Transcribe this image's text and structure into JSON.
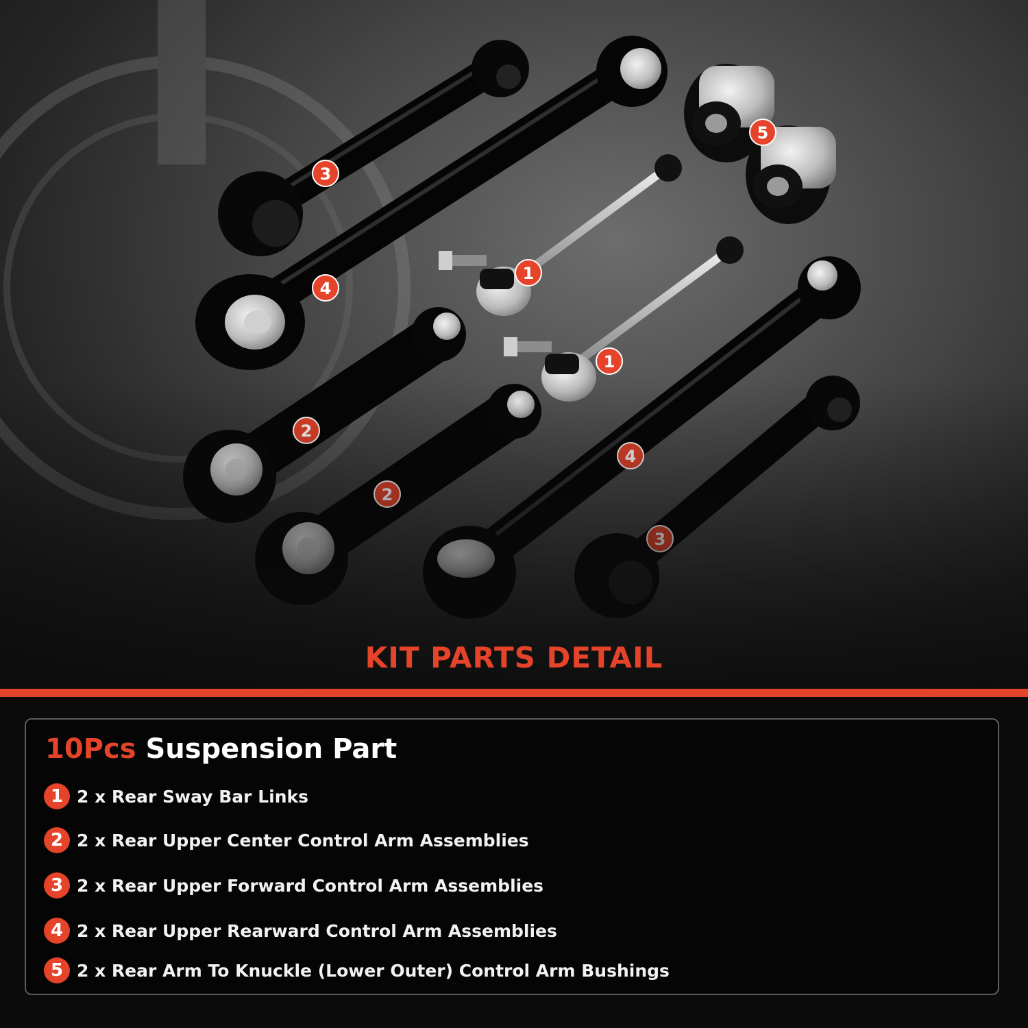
{
  "hero": {
    "title": "KIT PARTS DETAIL",
    "badges": [
      "3",
      "4",
      "5",
      "1",
      "1",
      "2",
      "2",
      "4",
      "3"
    ]
  },
  "panel": {
    "count": "10Pcs",
    "heading": "Suspension Part",
    "items": [
      {
        "number": "1",
        "text": "2 x Rear Sway Bar Links"
      },
      {
        "number": "2",
        "text": "2 x Rear Upper Center Control Arm Assemblies"
      },
      {
        "number": "3",
        "text": "2 x Rear Upper Forward Control Arm Assemblies"
      },
      {
        "number": "4",
        "text": "2 x Rear Upper Rearward Control Arm Assemblies"
      },
      {
        "number": "5",
        "text": "2 x Rear Arm To Knuckle (Lower Outer) Control Arm Bushings"
      }
    ]
  },
  "colors": {
    "accent": "#e5432a",
    "panel_border": "#5c5c5c",
    "background": "#0b0b0b"
  }
}
